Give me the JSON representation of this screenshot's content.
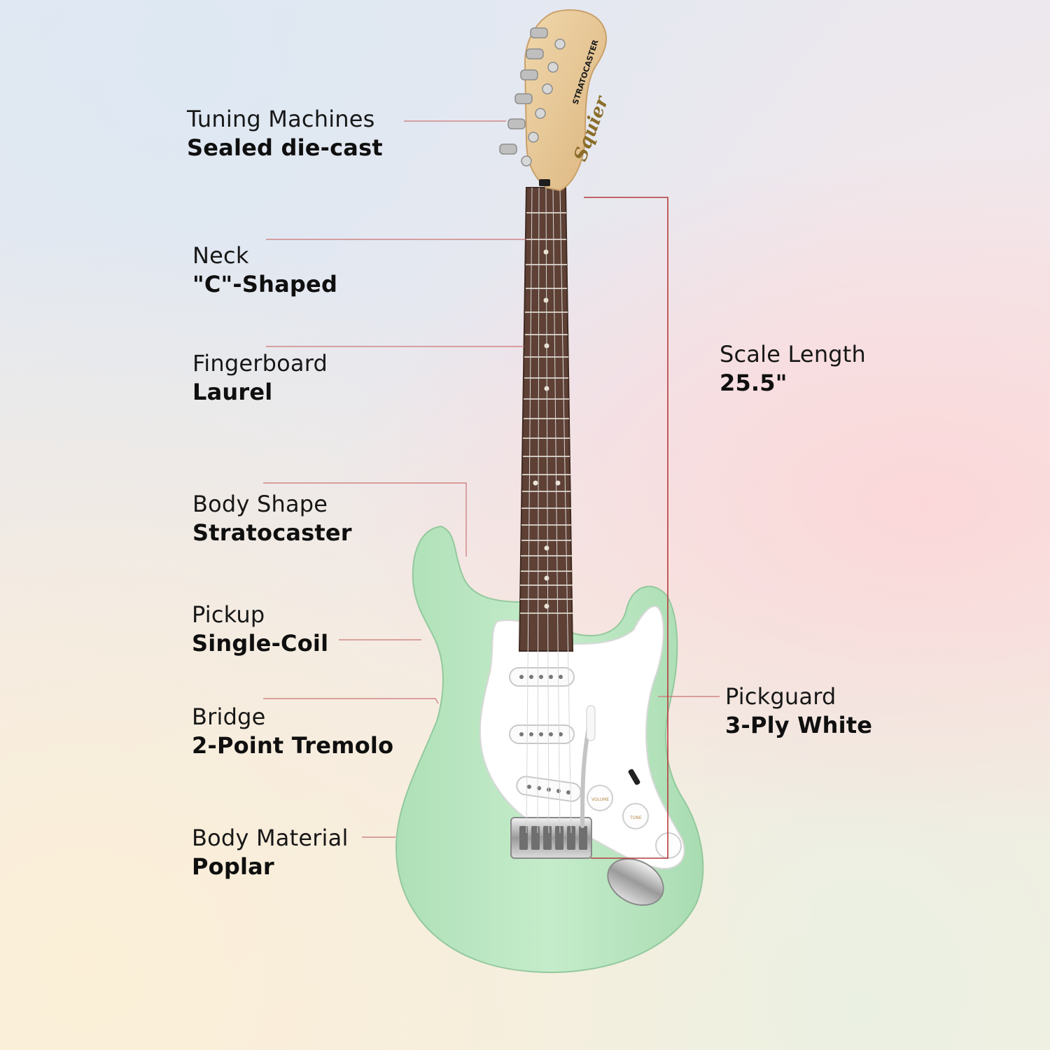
{
  "specs": {
    "tuning_machines": {
      "name": "Tuning Machines",
      "value": "Sealed die-cast"
    },
    "neck": {
      "name": "Neck",
      "value": "\"C\"-Shaped"
    },
    "fingerboard": {
      "name": "Fingerboard",
      "value": "Laurel"
    },
    "body_shape": {
      "name": "Body Shape",
      "value": "Stratocaster"
    },
    "pickup": {
      "name": "Pickup",
      "value": "Single-Coil"
    },
    "bridge": {
      "name": "Bridge",
      "value": "2-Point Tremolo"
    },
    "body_material": {
      "name": "Body Material",
      "value": "Poplar"
    },
    "scale_length": {
      "name": "Scale Length",
      "value": "25.5\""
    },
    "pickguard": {
      "name": "Pickguard",
      "value": "3-Ply White"
    }
  },
  "headstock": {
    "brand": "Squier",
    "model": "STRATOCASTER"
  },
  "controls": {
    "volume": "VOLUME",
    "tone": "TONE"
  },
  "colors": {
    "body": "#bde7c3",
    "pickguard": "#ffffff",
    "fingerboard": "#5e4034",
    "headstock": "#e5c493",
    "leader_line": "#c97474",
    "scale_bracket": "#b53b3b"
  }
}
